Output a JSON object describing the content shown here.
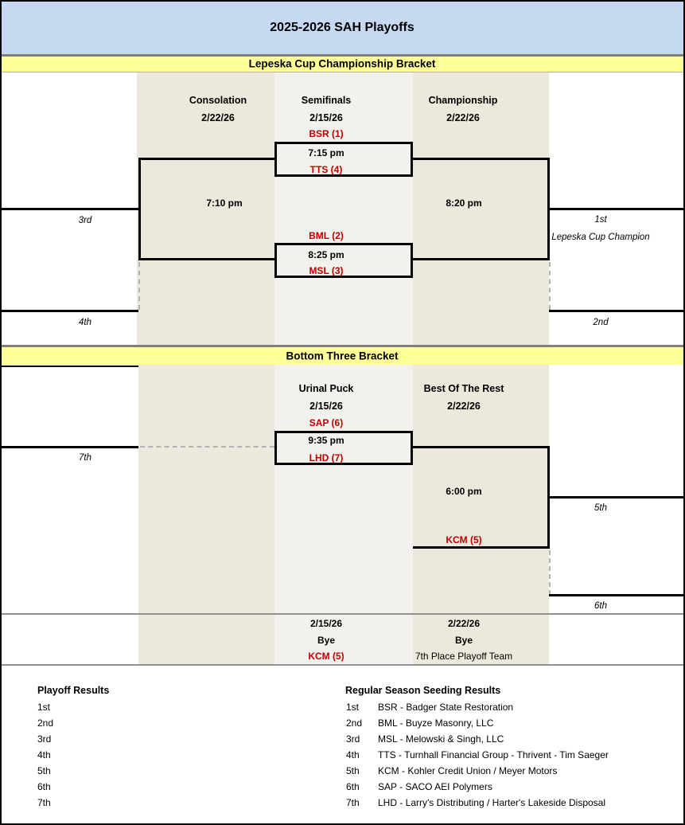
{
  "colors": {
    "header_bg": "#C6D9F1",
    "banner_bg": "#FFFF99",
    "stripe_beige": "#ECE8DB",
    "stripe_light": "#F2F1EC",
    "team_red": "#C00000",
    "bracket_line": "#000000",
    "divider_gray": "#7F7F7F",
    "dashed_gray": "#B3B3B3"
  },
  "header": {
    "title": "2025-2026 SAH Playoffs"
  },
  "lepeska": {
    "banner": "Lepeska Cup Championship Bracket",
    "col_consolation": {
      "label": "Consolation",
      "date": "2/22/26"
    },
    "col_semifinals": {
      "label": "Semifinals",
      "date": "2/15/26"
    },
    "col_championship": {
      "label": "Championship",
      "date": "2/22/26"
    },
    "semi1": {
      "top": "BSR (1)",
      "time": "7:15 pm",
      "bottom": "TTS (4)"
    },
    "semi2": {
      "top": "BML (2)",
      "time": "8:25 pm",
      "bottom": "MSL (3)"
    },
    "consolation_time": "7:10 pm",
    "final_time": "8:20 pm",
    "seed3": "3rd",
    "seed4": "4th",
    "place1": "1st",
    "place1_sub": "Lepeska Cup Champion",
    "place2": "2nd"
  },
  "bottom3": {
    "banner": "Bottom Three Bracket",
    "col_urinal": {
      "label": "Urinal Puck",
      "date": "2/15/26"
    },
    "col_rest": {
      "label": "Best Of The Rest",
      "date": "2/22/26"
    },
    "game1": {
      "top": "SAP (6)",
      "time": "9:35 pm",
      "bottom": "LHD (7)"
    },
    "game2": {
      "time": "6:00 pm",
      "team": "KCM (5)"
    },
    "seed7": "7th",
    "place5": "5th",
    "place6": "6th"
  },
  "bye": {
    "semis": {
      "date": "2/15/26",
      "label": "Bye",
      "team": "KCM (5)"
    },
    "final": {
      "date": "2/22/26",
      "label": "Bye",
      "team": "7th Place Playoff Team"
    }
  },
  "playoff_results": {
    "heading": "Playoff Results",
    "rows": [
      {
        "rank": "1st",
        "team": ""
      },
      {
        "rank": "2nd",
        "team": ""
      },
      {
        "rank": "3rd",
        "team": ""
      },
      {
        "rank": "4th",
        "team": ""
      },
      {
        "rank": "5th",
        "team": ""
      },
      {
        "rank": "6th",
        "team": ""
      },
      {
        "rank": "7th",
        "team": ""
      }
    ]
  },
  "seeding": {
    "heading": "Regular Season Seeding Results",
    "rows": [
      {
        "rank": "1st",
        "team": "BSR - Badger State Restoration"
      },
      {
        "rank": "2nd",
        "team": "BML - Buyze Masonry, LLC"
      },
      {
        "rank": "3rd",
        "team": "MSL - Melowski & Singh, LLC"
      },
      {
        "rank": "4th",
        "team": "TTS - Turnhall Financial Group - Thrivent - Tim Saeger"
      },
      {
        "rank": "5th",
        "team": "KCM - Kohler Credit Union / Meyer Motors"
      },
      {
        "rank": "6th",
        "team": "SAP - SACO AEI Polymers"
      },
      {
        "rank": "7th",
        "team": "LHD - Larry's Distributing / Harter's Lakeside Disposal"
      }
    ]
  }
}
